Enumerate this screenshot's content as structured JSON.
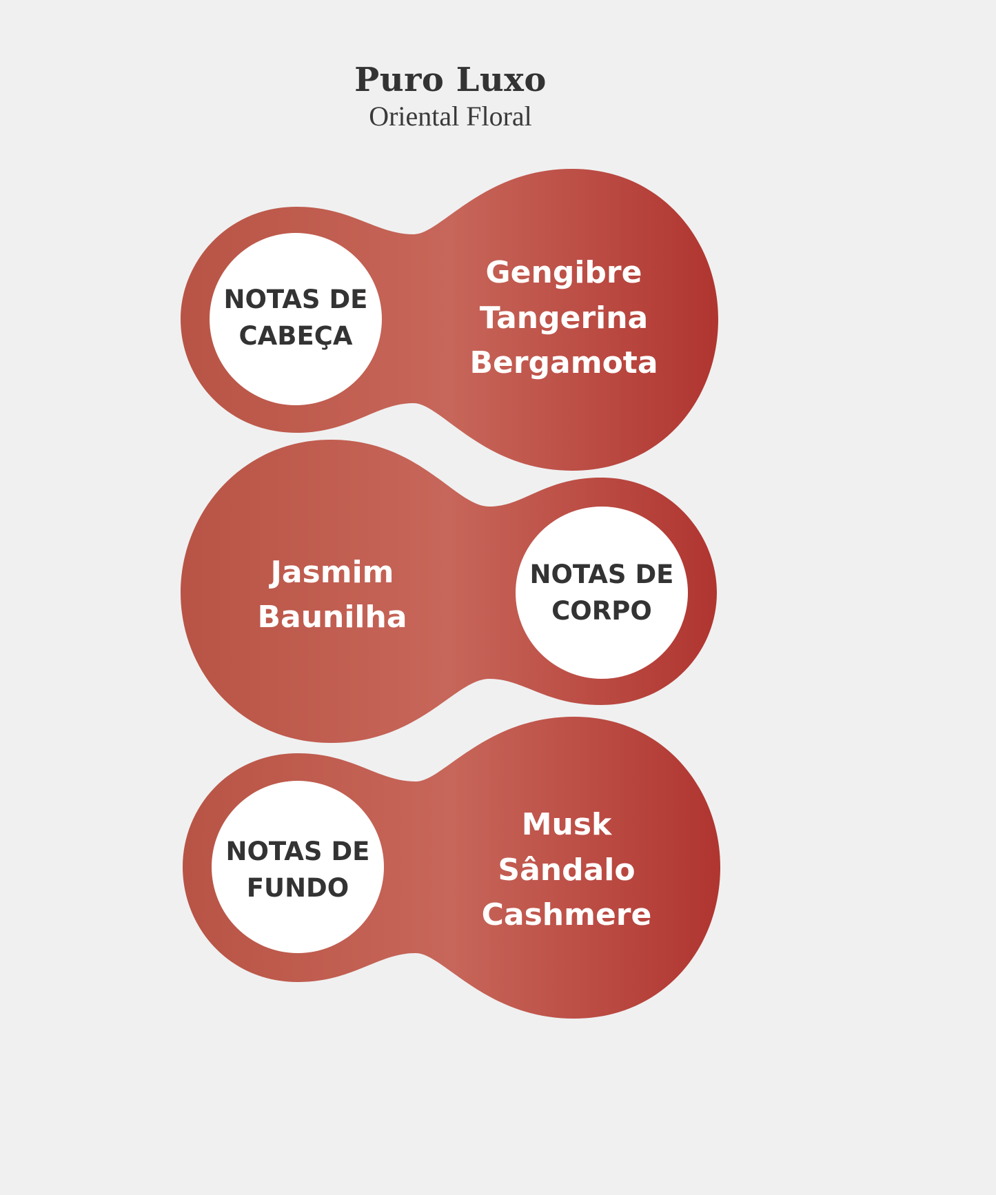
{
  "header": {
    "title": "Puro Luxo",
    "subtitle": "Oriental Floral"
  },
  "colors": {
    "background": "#f0f0f0",
    "shape_gradient_left": "#b85445",
    "shape_gradient_mid": "#c7665a",
    "shape_gradient_right": "#b03530",
    "circle_fill": "#ffffff",
    "circle_text": "#333333",
    "notes_text": "#ffffff"
  },
  "sections": [
    {
      "label_line1": "NOTAS DE",
      "label_line2": "CABEÇA",
      "notes": [
        "Gengibre",
        "Tangerina",
        "Bergamota"
      ]
    },
    {
      "label_line1": "NOTAS DE",
      "label_line2": "CORPO",
      "notes": [
        "Jasmim",
        "Baunilha"
      ]
    },
    {
      "label_line1": "NOTAS DE",
      "label_line2": "FUNDO",
      "notes": [
        "Musk",
        "Sândalo",
        "Cashmere"
      ]
    }
  ]
}
